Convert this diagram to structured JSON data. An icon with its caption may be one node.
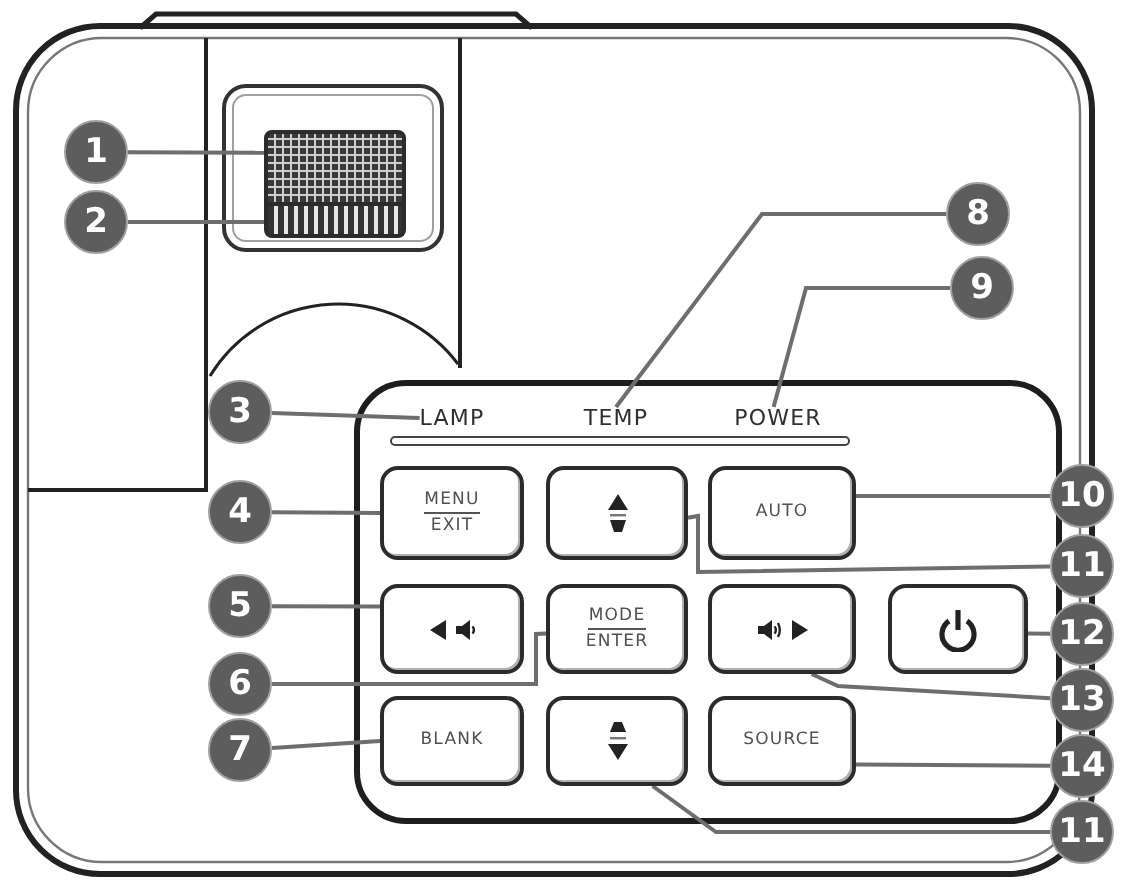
{
  "diagram": {
    "nodes": [
      {
        "text": [
          "1"
        ]
      },
      {
        "text": [],
        "shape": "box"
      },
      {
        "text": [
          "2"
        ]
      },
      {
        "text": [],
        "shape": "box"
      },
      {
        "text": [
          "8"
        ]
      },
      {
        "text": [
          "9"
        ]
      },
      {
        "text": [
          "3"
        ]
      },
      {
        "text": [
          "LAMP"
        ]
      },
      {
        "text": [
          "TEMP"
        ]
      },
      {
        "text": [
          "POWER"
        ]
      },
      {
        "text": [
          "4"
        ]
      },
      {
        "text": [
          "MENU",
          "EXIT"
        ]
      },
      {
        "text": [],
        "shape": "box"
      },
      {
        "text": [
          "AUTO"
        ]
      },
      {
        "text": [
          "10"
        ]
      },
      {
        "text": [
          "11"
        ]
      },
      {
        "text": [
          "5"
        ]
      },
      {
        "text": [],
        "shape": "box"
      },
      {
        "text": [
          "MODE",
          "ENTER"
        ]
      },
      {
        "text": [],
        "shape": "box"
      },
      {
        "text": [],
        "shape": "box"
      },
      {
        "text": [
          "12"
        ]
      },
      {
        "text": [
          "6"
        ]
      },
      {
        "text": [
          "13"
        ]
      },
      {
        "text": [
          "7"
        ]
      },
      {
        "text": [
          "BLANK"
        ]
      },
      {
        "text": [],
        "shape": "box"
      },
      {
        "text": [
          "SOURCE"
        ]
      },
      {
        "text": [
          "14"
        ]
      },
      {
        "text": [
          "11"
        ]
      }
    ],
    "edges": [
      {
        "from": 0,
        "to": 1,
        "arrow": "none"
      },
      {
        "from": 2,
        "to": 3,
        "arrow": "none"
      },
      {
        "from": 4,
        "to": 8,
        "arrow": "none"
      },
      {
        "from": 5,
        "to": 9,
        "arrow": "none"
      },
      {
        "from": 6,
        "to": 7,
        "arrow": "none"
      },
      {
        "from": 10,
        "to": 11,
        "arrow": "none"
      },
      {
        "from": 14,
        "to": 13,
        "arrow": "none"
      },
      {
        "from": 15,
        "to": 12,
        "arrow": "none"
      },
      {
        "from": 16,
        "to": 17,
        "arrow": "none"
      },
      {
        "from": 21,
        "to": 20,
        "arrow": "none"
      },
      {
        "from": 22,
        "to": 18,
        "arrow": "none"
      },
      {
        "from": 23,
        "to": 19,
        "arrow": "none"
      },
      {
        "from": 24,
        "to": 25,
        "arrow": "none"
      },
      {
        "from": 28,
        "to": 27,
        "arrow": "none"
      },
      {
        "from": 29,
        "to": 26,
        "arrow": "none"
      }
    ]
  }
}
